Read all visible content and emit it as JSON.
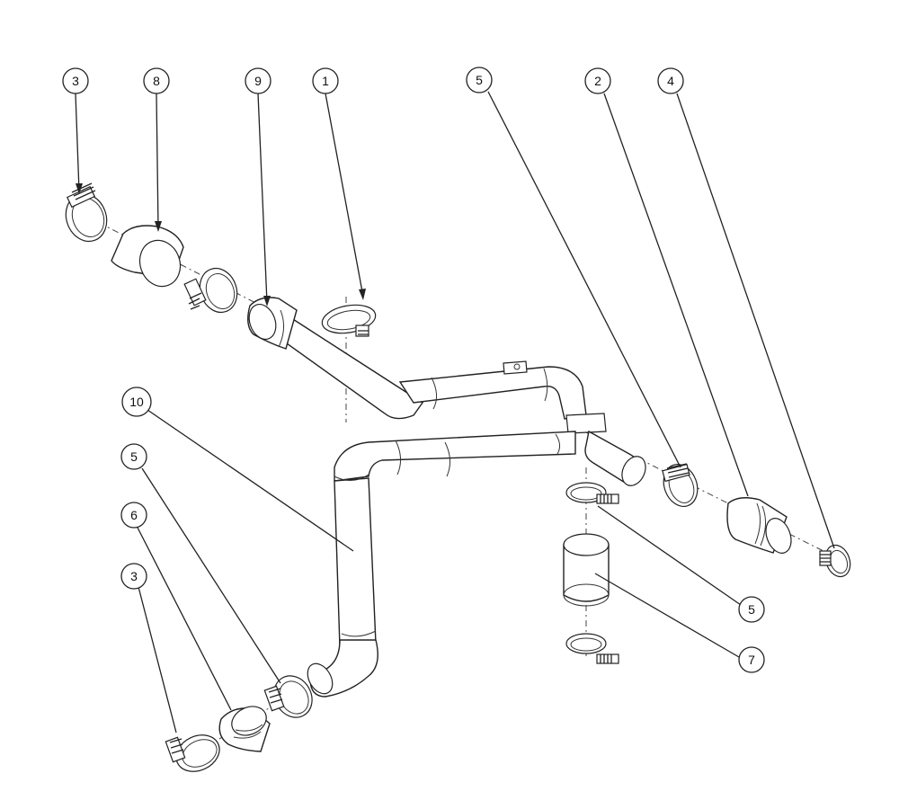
{
  "callouts": [
    {
      "id": "c-3-top",
      "label": "3"
    },
    {
      "id": "c-8",
      "label": "8"
    },
    {
      "id": "c-9",
      "label": "9"
    },
    {
      "id": "c-1",
      "label": "1"
    },
    {
      "id": "c-5-top",
      "label": "5"
    },
    {
      "id": "c-2",
      "label": "2"
    },
    {
      "id": "c-4",
      "label": "4"
    },
    {
      "id": "c-10",
      "label": "10"
    },
    {
      "id": "c-5-left",
      "label": "5"
    },
    {
      "id": "c-6",
      "label": "6"
    },
    {
      "id": "c-3-bottom",
      "label": "3"
    },
    {
      "id": "c-5-right",
      "label": "5"
    },
    {
      "id": "c-7",
      "label": "7"
    }
  ]
}
